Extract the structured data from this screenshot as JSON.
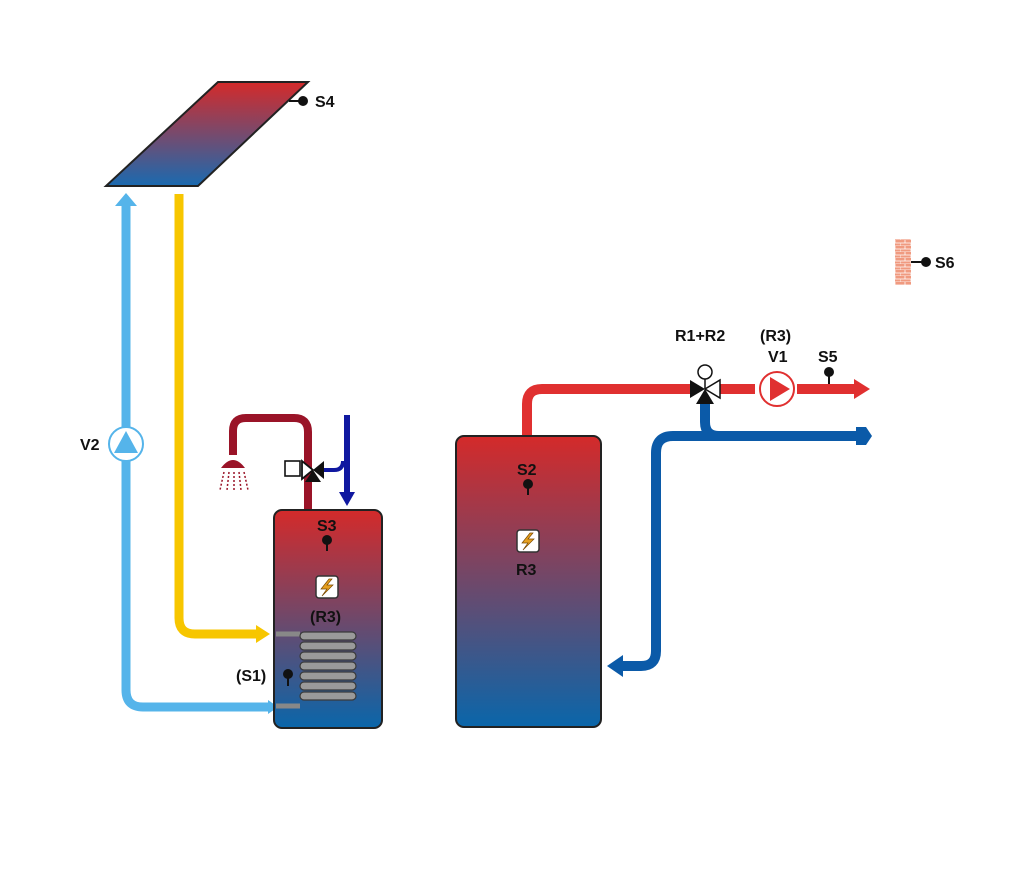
{
  "labels": {
    "s4": "S4",
    "s6": "S6",
    "r1r2": "R1+R2",
    "r3_paren_top": "(R3)",
    "v1": "V1",
    "s5": "S5",
    "v2": "V2",
    "s3": "S3",
    "r3_paren_small": "(R3)",
    "s1_paren": "(S1)",
    "s2": "S2",
    "r3": "R3"
  },
  "colors": {
    "hot": "#e03030",
    "cold": "#0b5aa8",
    "solar_return": "#55b4ea",
    "solar_flow": "#f7c600",
    "dhw_hot": "#9a1428",
    "dhw_cold": "#1018a0",
    "tank_top": "#d42a2a",
    "tank_bottom": "#0a66aa"
  },
  "icons": {
    "collector": "solar-collector-icon",
    "sensor": "temperature-sensor-icon",
    "pump": "circulation-pump-icon",
    "valve": "three-way-valve-icon",
    "heater": "electric-heater-icon",
    "shower": "shower-icon",
    "coil": "heat-exchanger-coil-icon",
    "wall": "outdoor-wall-icon"
  }
}
